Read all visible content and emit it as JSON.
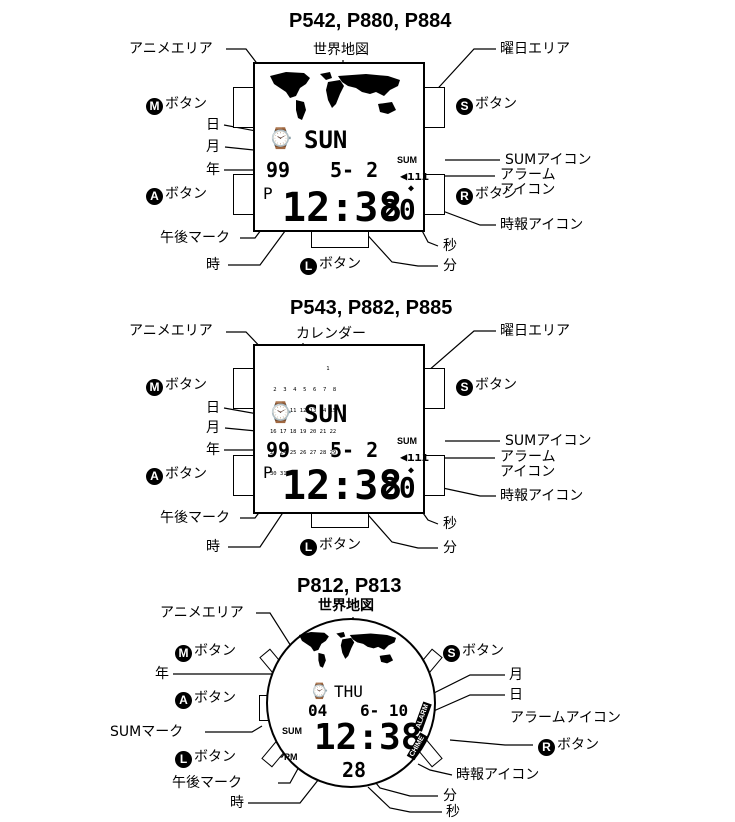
{
  "diagram1": {
    "title": "P542, P880, P884",
    "labels": {
      "anime": "アニメエリア",
      "worldmap": "世界地図",
      "weekday_area": "曜日エリア",
      "m_button": "ボタン",
      "s_button": "ボタン",
      "day": "日",
      "month": "月",
      "year": "年",
      "sum_icon": "SUMアイコン",
      "alarm_icon_1": "アラーム",
      "alarm_icon_2": "アイコン",
      "a_button": "ボタン",
      "r_button": "ボタン",
      "chime_icon": "時報アイコン",
      "pm_mark": "午後マーク",
      "seconds": "秒",
      "hour": "時",
      "l_button": "ボタン",
      "minute": "分"
    },
    "display": {
      "weekday": "SUN",
      "year": "99",
      "month_day": "5- 2",
      "time": "12:38",
      "sec": "20",
      "pm": "P",
      "sum": "SUM"
    }
  },
  "diagram2": {
    "title": "P543, P882, P885",
    "labels": {
      "anime": "アニメエリア",
      "calendar": "カレンダー",
      "weekday_area": "曜日エリア",
      "m_button": "ボタン",
      "s_button": "ボタン",
      "day": "日",
      "month": "月",
      "year": "年",
      "sum_icon": "SUMアイコン",
      "alarm_icon_1": "アラーム",
      "alarm_icon_2": "アイコン",
      "a_button": "ボタン",
      "chime_icon": "時報アイコン",
      "pm_mark": "午後マーク",
      "seconds": "秒",
      "hour": "時",
      "l_button": "ボタン",
      "minute": "分"
    },
    "display": {
      "weekday": "SUN",
      "year": "99",
      "month_day": "5- 2",
      "time": "12:38",
      "sec": "20",
      "pm": "P",
      "sum": "SUM",
      "calendar_rows": [
        "                 1",
        " 2  3  4  5  6  7  8",
        " 9 10 11 12 13 14 15",
        "16 17 18 19 20 21 22",
        "23 24 25 26 27 28 29",
        "30 31"
      ]
    }
  },
  "diagram3": {
    "title": "P812, P813",
    "labels": {
      "worldmap": "世界地図",
      "anime": "アニメエリア",
      "m_button": "ボタン",
      "s_button": "ボタン",
      "year": "年",
      "month": "月",
      "day": "日",
      "a_button": "ボタン",
      "alarm_icon": "アラームアイコン",
      "sum_mark": "SUMマーク",
      "r_button": "ボタン",
      "l_button": "ボタン",
      "chime_icon": "時報アイコン",
      "pm_mark": "午後マーク",
      "minute": "分",
      "hour": "時",
      "seconds": "秒"
    },
    "display": {
      "weekday": "THU",
      "year": "04",
      "month_day": "6- 10",
      "time": "12:38",
      "sec": "28",
      "pm": "PM",
      "sum": "SUM",
      "alarm": "ALARM",
      "chime": "CHIME"
    }
  },
  "button_letters": {
    "m": "M",
    "s": "S",
    "a": "A",
    "r": "R",
    "l": "L"
  }
}
